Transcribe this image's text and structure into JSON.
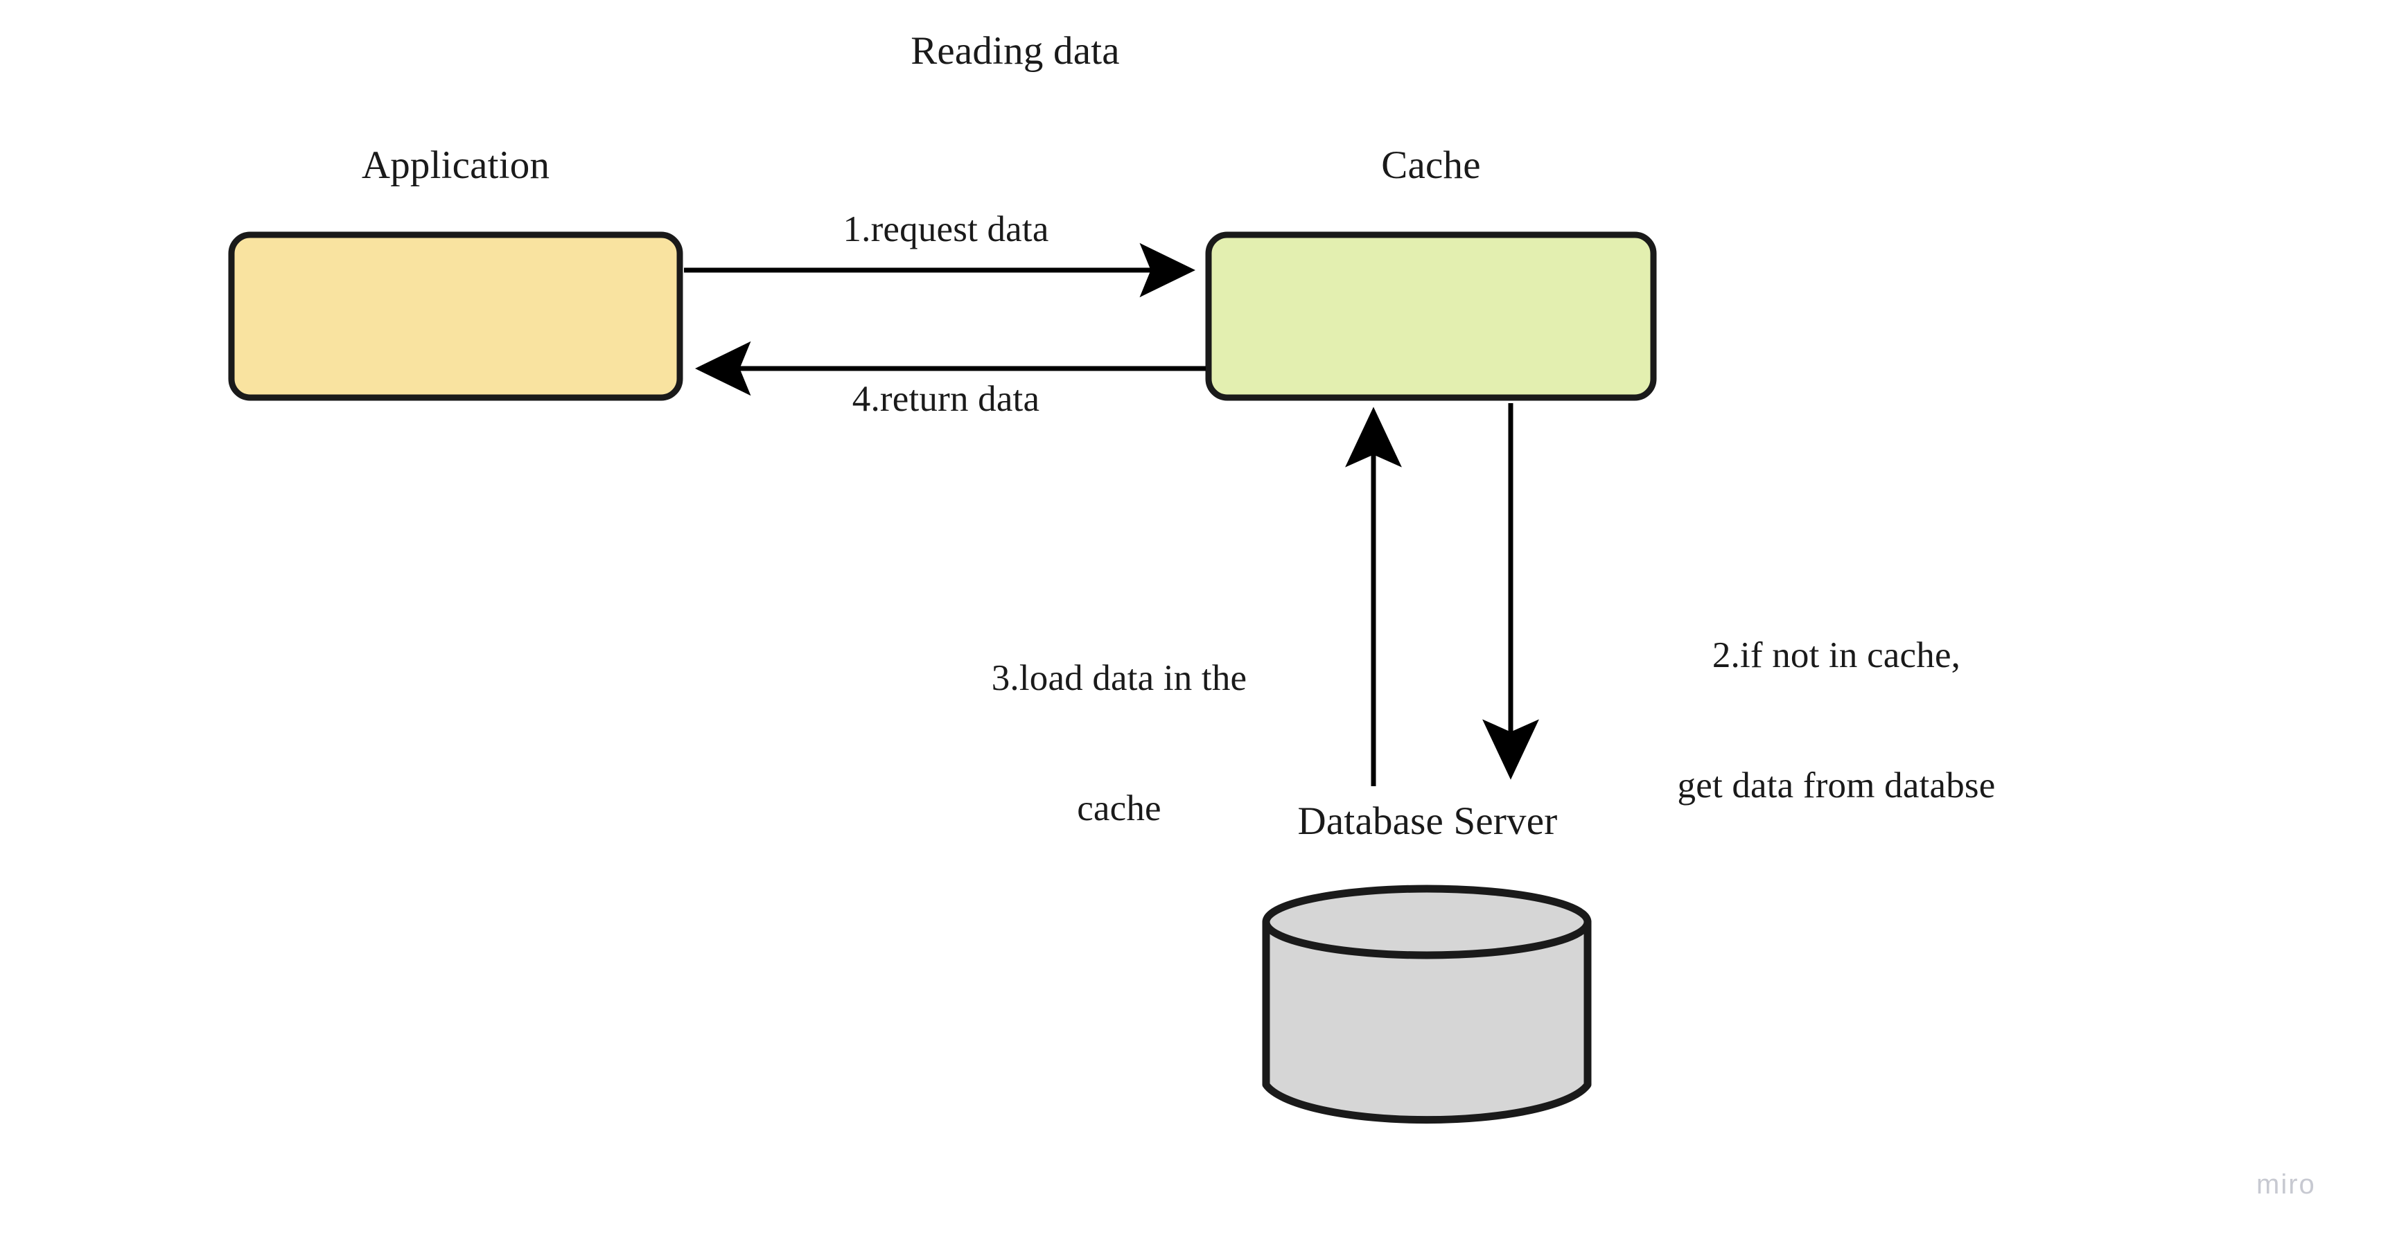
{
  "diagram": {
    "title": "Reading data",
    "background_color": "#ffffff",
    "stroke_color": "#1a1a1a",
    "nodes": {
      "application": {
        "label": "Application",
        "shape": "rounded-rectangle",
        "fill_color": "#f9e3a0"
      },
      "cache": {
        "label": "Cache",
        "shape": "rounded-rectangle",
        "fill_color": "#e3efb0"
      },
      "database": {
        "label": "Database Server",
        "shape": "cylinder",
        "fill_color": "#d6d6d6"
      }
    },
    "edges": [
      {
        "step": "1",
        "label": "1.request data",
        "from": "application",
        "to": "cache",
        "direction": "right"
      },
      {
        "step": "2",
        "label_line1": "2.if not in cache,",
        "label_line2": "get data from databse",
        "from": "cache",
        "to": "database",
        "direction": "down"
      },
      {
        "step": "3",
        "label_line1": "3.load data in the",
        "label_line2": "cache",
        "from": "database",
        "to": "cache",
        "direction": "up"
      },
      {
        "step": "4",
        "label": "4.return data",
        "from": "cache",
        "to": "application",
        "direction": "left"
      }
    ]
  },
  "watermark": {
    "text": "miro",
    "color": "#c7c9d1"
  }
}
